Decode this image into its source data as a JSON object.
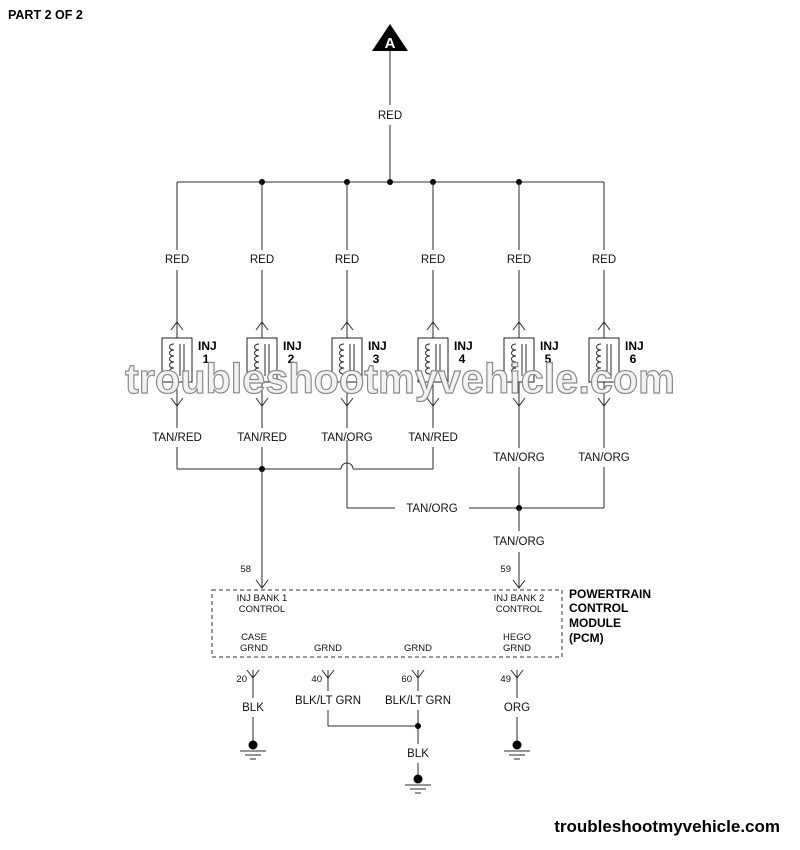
{
  "header": {
    "part_label": "PART 2 OF 2"
  },
  "connector": {
    "label": "A"
  },
  "wires": {
    "feed": "RED",
    "injector_feeds": [
      "RED",
      "RED",
      "RED",
      "RED",
      "RED",
      "RED"
    ],
    "injector_returns": [
      "TAN/RED",
      "TAN/RED",
      "TAN/ORG",
      "TAN/RED",
      "TAN/ORG",
      "TAN/ORG"
    ],
    "bank2_bus": "TAN/ORG",
    "bank2_to_pcm": "TAN/ORG",
    "pin20": "BLK",
    "pin40": "BLK/LT GRN",
    "pin60": "BLK/LT GRN",
    "pin49": "ORG",
    "ground_common": "BLK"
  },
  "injectors": [
    {
      "name": "INJ",
      "number": "1"
    },
    {
      "name": "INJ",
      "number": "2"
    },
    {
      "name": "INJ",
      "number": "3"
    },
    {
      "name": "INJ",
      "number": "4"
    },
    {
      "name": "INJ",
      "number": "5"
    },
    {
      "name": "INJ",
      "number": "6"
    }
  ],
  "pcm": {
    "title": [
      "POWERTRAIN",
      "CONTROL",
      "MODULE",
      "(PCM)"
    ],
    "bank1": {
      "pin": "58",
      "line1": "INJ BANK 1",
      "line2": "CONTROL"
    },
    "bank2": {
      "pin": "59",
      "line1": "INJ BANK 2",
      "line2": "CONTROL"
    },
    "grounds": [
      {
        "pin": "20",
        "line1": "CASE",
        "line2": "GRND"
      },
      {
        "pin": "40",
        "line1": "GRND",
        "line2": ""
      },
      {
        "pin": "60",
        "line1": "GRND",
        "line2": ""
      },
      {
        "pin": "49",
        "line1": "HEGO",
        "line2": "GRND"
      }
    ]
  },
  "watermark": "troubleshootmyvehicle.com",
  "footer": {
    "site": "troubleshootmyvehicle.com"
  }
}
